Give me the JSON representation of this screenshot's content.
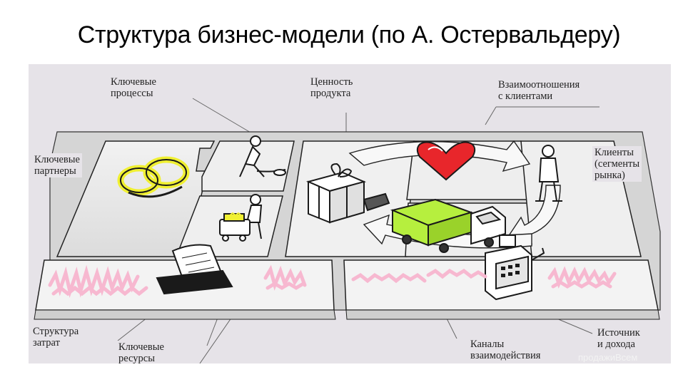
{
  "title": "Структура бизнес-модели (по А. Остервальдеру)",
  "labels": {
    "key_processes": "Ключевые\nпроцессы",
    "value_proposition": "Ценность\nпродукта",
    "customer_relationships": "Взаимоотношения\nс клиентами",
    "key_partners": "Ключевые\nпартнеры",
    "customer_segments": "Клиенты\n(сегменты\nрынка)",
    "cost_structure": "Структура\nзатрат",
    "key_resources": "Ключевые\nресурсы",
    "channels": "Каналы\nвзаимодействия",
    "revenue_streams": "Источник\nи дохода"
  },
  "watermark": "продажиВсем",
  "colors": {
    "canvas_bg": "#e6e3e8",
    "board": "#ededed",
    "heart": "#e8262b",
    "highlight_yellow": "#f0f032",
    "highlight_green": "#b6ef3e",
    "scribble_pink": "#f7b8d0",
    "ink": "#1a1a1a"
  },
  "icons": [
    "rings-icon",
    "worker-icon",
    "heart-icon",
    "gift-box-icon",
    "person-icon",
    "delivery-truck-icon",
    "cash-register-icon",
    "document-icon",
    "printer-icon"
  ]
}
